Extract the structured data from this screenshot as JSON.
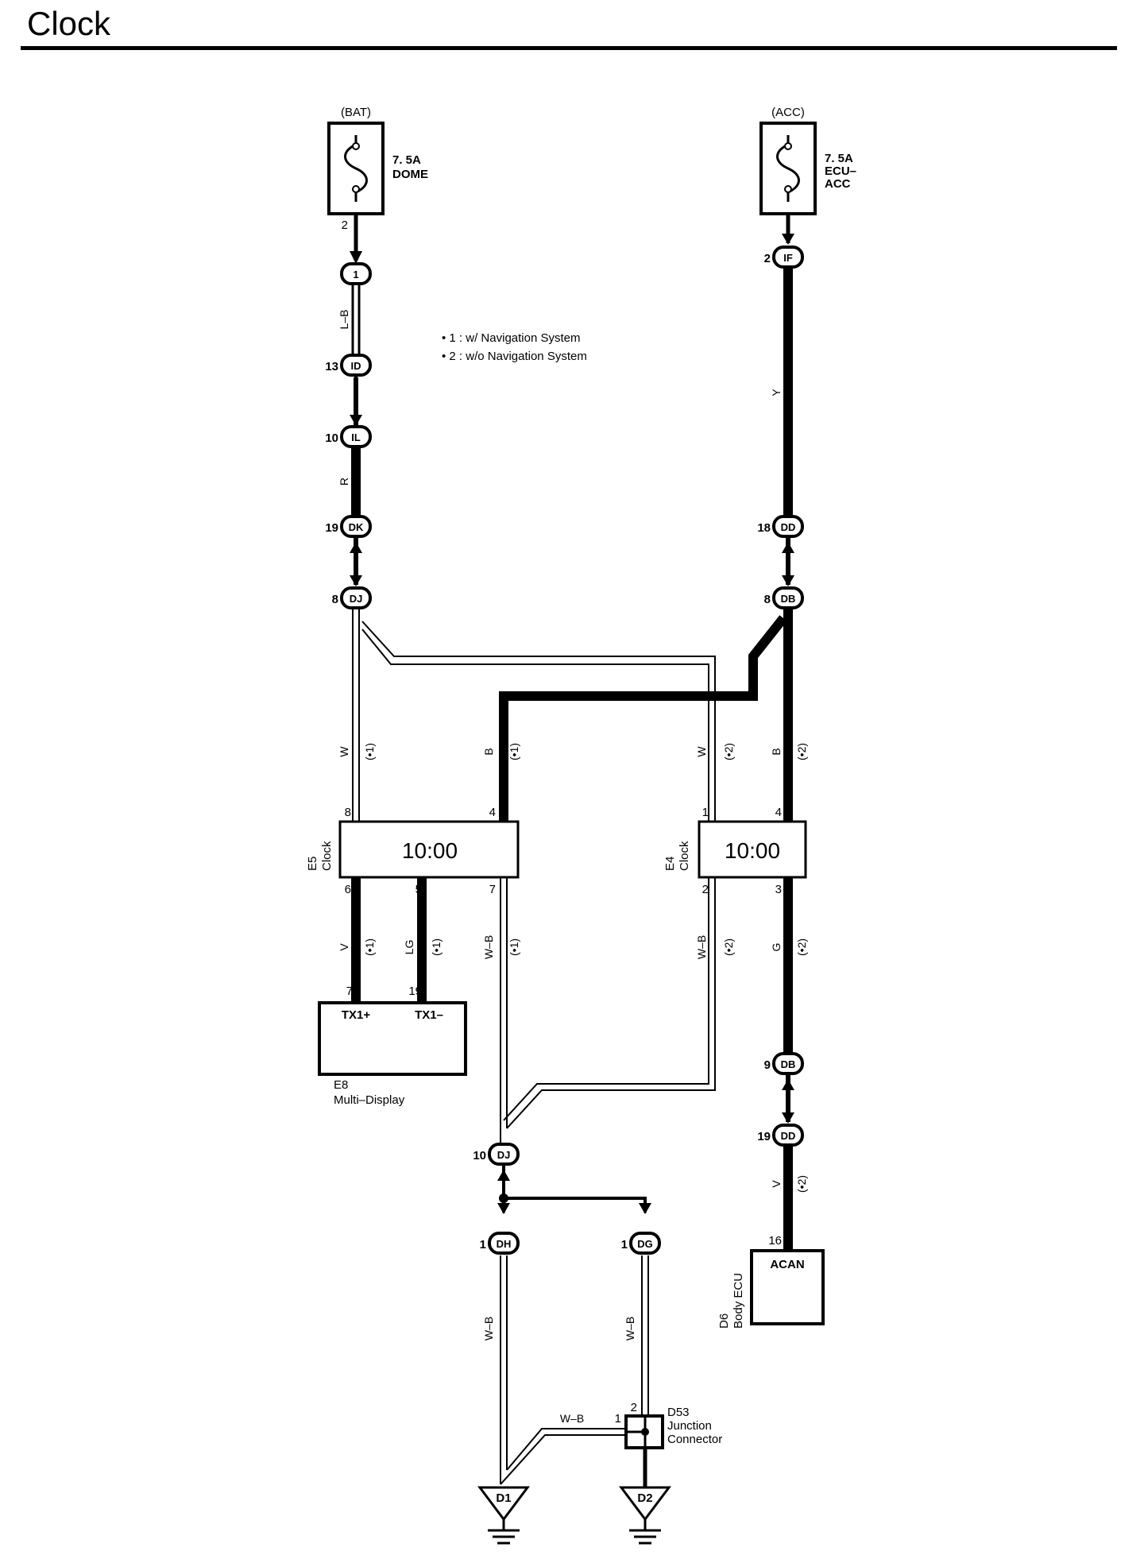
{
  "title": "Clock",
  "notes": [
    "• 1 : w/ Navigation System",
    "• 2 : w/o Navigation System"
  ],
  "fuses": {
    "bat": {
      "source": "(BAT)",
      "rating": "7. 5A",
      "name": [
        "DOME"
      ],
      "pin": "2"
    },
    "acc": {
      "source": "(ACC)",
      "rating": "7. 5A",
      "name": [
        "ECU–",
        "ACC"
      ]
    }
  },
  "connectors": {
    "c1": {
      "code": "1",
      "pin": ""
    },
    "id": {
      "code": "ID",
      "pin": "13"
    },
    "il": {
      "code": "IL",
      "pin": "10"
    },
    "dk": {
      "code": "DK",
      "pin": "19"
    },
    "dj8": {
      "code": "DJ",
      "pin": "8"
    },
    "if": {
      "code": "IF",
      "pin": "2"
    },
    "dd18": {
      "code": "DD",
      "pin": "18"
    },
    "db8": {
      "code": "DB",
      "pin": "8"
    },
    "db9": {
      "code": "DB",
      "pin": "9"
    },
    "dd19": {
      "code": "DD",
      "pin": "19"
    },
    "dj10": {
      "code": "DJ",
      "pin": "10"
    },
    "dh": {
      "code": "DH",
      "pin": "1"
    },
    "dg": {
      "code": "DG",
      "pin": "1"
    }
  },
  "wire_colors": {
    "lb": "L–B",
    "r": "R",
    "y": "Y",
    "w1": "W",
    "b1": "B",
    "w2": "W",
    "b2": "B",
    "v1": "V",
    "lg": "LG",
    "wb1": "W–B",
    "wb2": "W–B",
    "g": "G",
    "v2": "V",
    "wb_dh": "W–B",
    "wb_dg": "W–B",
    "wb_j": "W–B"
  },
  "variant_tags": {
    "w1": "(•1)",
    "b1": "(•1)",
    "w2": "(•2)",
    "b2": "(•2)",
    "v1": "(•1)",
    "lg": "(•1)",
    "wb1": "(•1)",
    "wb2": "(•2)",
    "g": "(•2)",
    "v2": "(•2)"
  },
  "clock_e5": {
    "display": "10:00",
    "code": "E5",
    "name": "Clock",
    "pins": {
      "top_w": "8",
      "top_b": "4",
      "bot_v": "6",
      "bot_lg": "5",
      "bot_wb": "7"
    }
  },
  "clock_e4": {
    "display": "10:00",
    "code": "E4",
    "name": "Clock",
    "pins": {
      "top_w": "1",
      "top_b": "4",
      "bot_wb": "2",
      "bot_g": "3"
    }
  },
  "multi_display": {
    "code": "E8",
    "name": "Multi–Display",
    "terminals": [
      "TX1+",
      "TX1–"
    ],
    "pins": [
      "7",
      "19"
    ]
  },
  "body_ecu": {
    "code": "D6",
    "name": "Body ECU",
    "terminal": "ACAN",
    "pin": "16"
  },
  "junction": {
    "code": "D53",
    "name": [
      "Junction",
      "Connector"
    ],
    "pins": [
      "1",
      "2"
    ]
  },
  "grounds": [
    "D1",
    "D2"
  ]
}
